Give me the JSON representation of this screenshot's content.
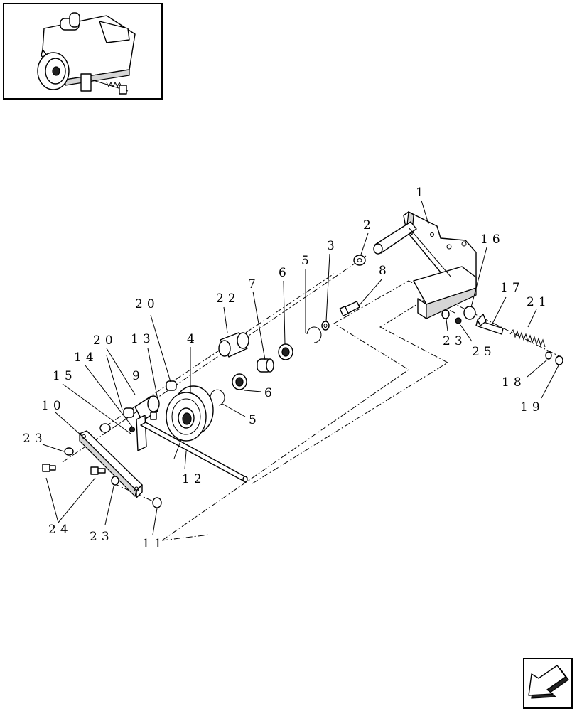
{
  "callouts": [
    "1",
    "2",
    "3",
    "4",
    "5",
    "5",
    "6",
    "6",
    "7",
    "8",
    "9",
    "10",
    "11",
    "12",
    "13",
    "14",
    "15",
    "16",
    "17",
    "18",
    "19",
    "20",
    "20",
    "21",
    "22",
    "23",
    "23",
    "23",
    "24",
    "25"
  ],
  "icons": {
    "overview": "assembly-thumbnail-icon",
    "nav": "next-page-arrow-icon"
  }
}
